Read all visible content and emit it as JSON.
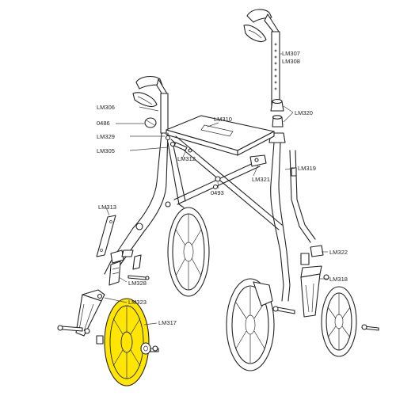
{
  "labels": {
    "lm307": "LM307",
    "lm308": "LM308",
    "lm306": "LM306",
    "lm320": "LM320",
    "p0486": "0486",
    "lm310": "LM310",
    "lm329": "LM329",
    "lm305": "LM305",
    "lm312": "LM312",
    "lm319": "LM319",
    "lm321": "LM321",
    "p0493": "0493",
    "lm313": "LM313",
    "lm322": "LM322",
    "lm328": "LM328",
    "lm318": "LM318",
    "lm323": "LM323",
    "lm317": "LM317"
  },
  "colors": {
    "highlight": "#ffe600",
    "line": "#222222"
  }
}
